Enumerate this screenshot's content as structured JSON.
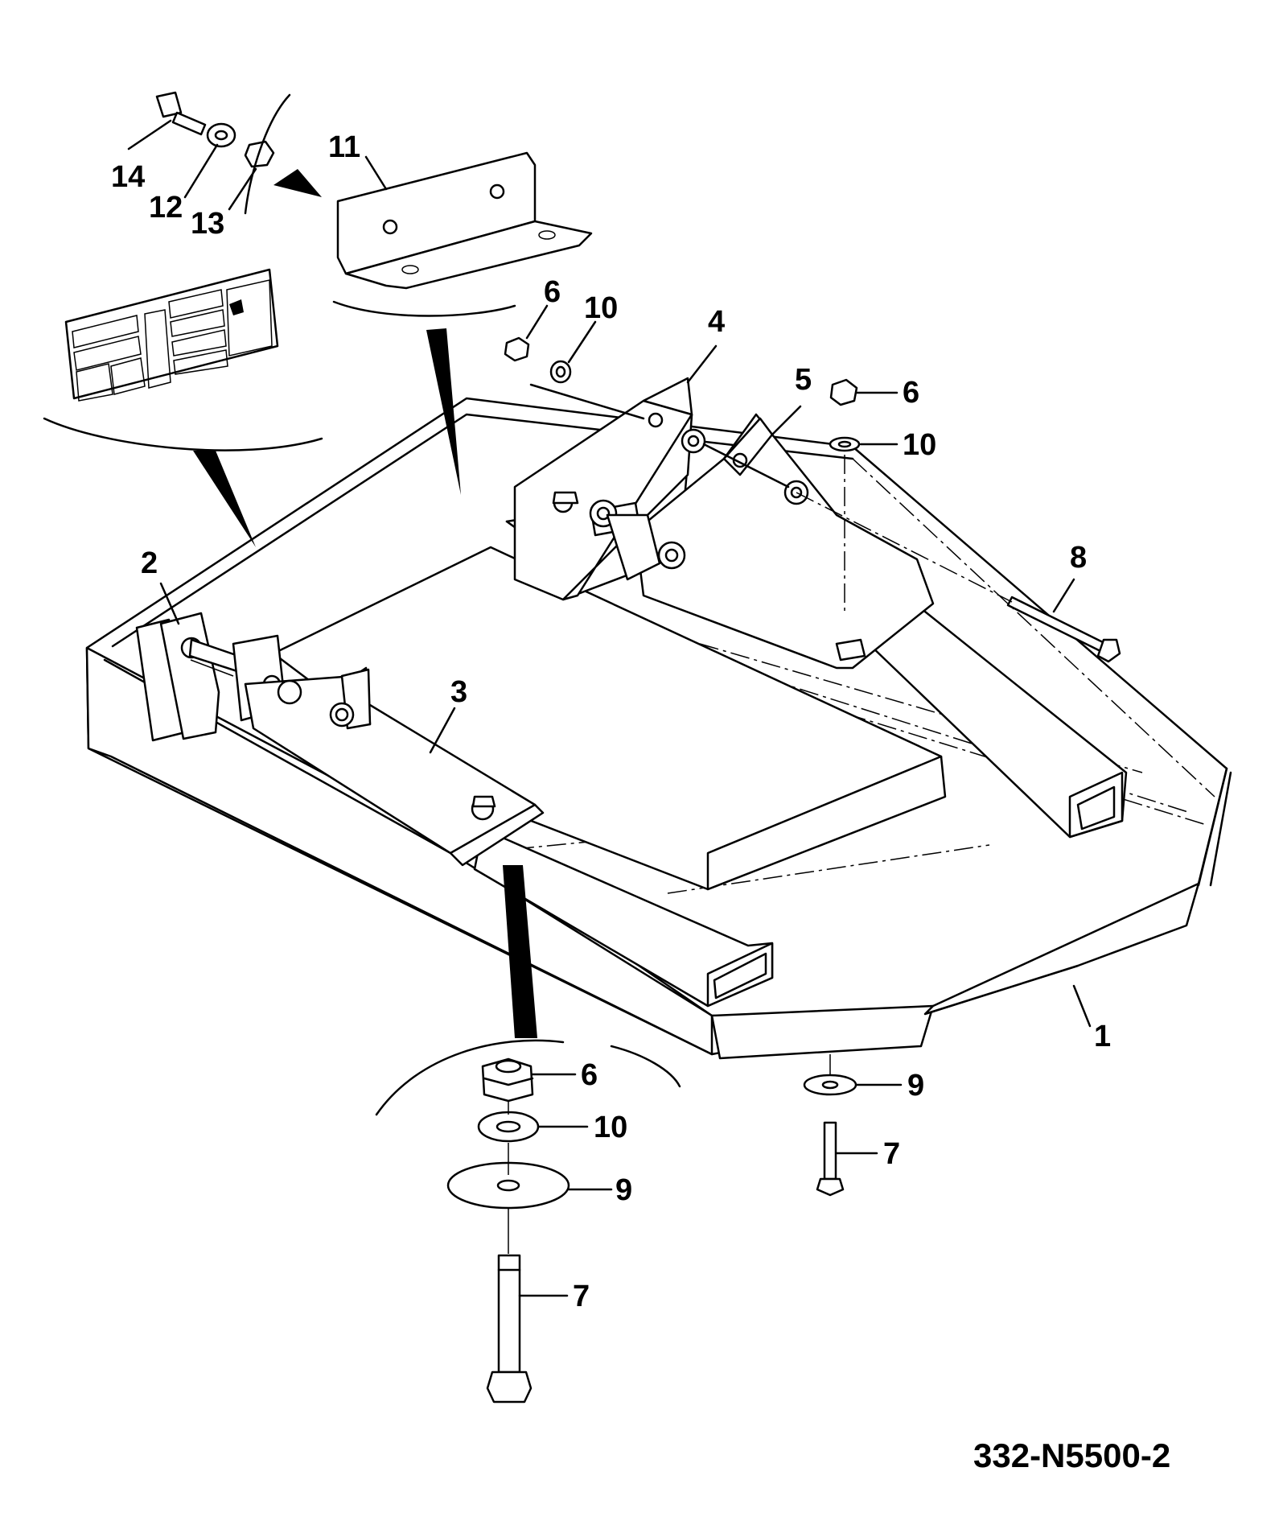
{
  "drawing": {
    "code": "332-N5500-2",
    "callouts": {
      "c1": "1",
      "c2": "2",
      "c3": "3",
      "c4": "4",
      "c5": "5",
      "c6a": "6",
      "c6b": "6",
      "c6c": "6",
      "c7a": "7",
      "c7b": "7",
      "c8": "8",
      "c9a": "9",
      "c9b": "9",
      "c10a": "10",
      "c10b": "10",
      "c10c": "10",
      "c11": "11",
      "c12": "12",
      "c13": "13",
      "c14": "14"
    }
  }
}
